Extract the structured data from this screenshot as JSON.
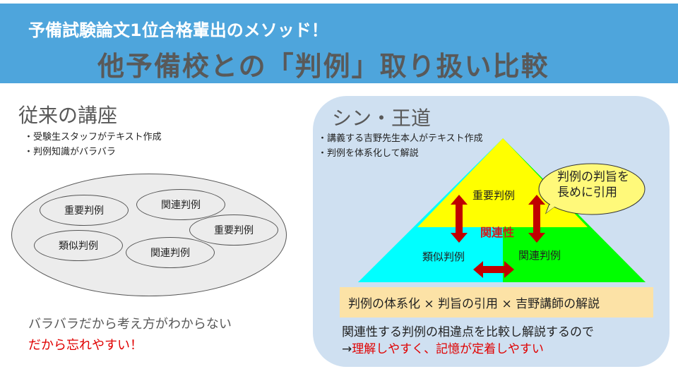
{
  "header": {
    "subtitle": "予備試験論文1位合格輩出のメソッド！",
    "title": "他予備校との「判例」取り扱い比較"
  },
  "left": {
    "title": "従来の講座",
    "bullets": [
      "・受験生スタッフがテキスト作成",
      "・判例知識がバラバラ"
    ],
    "ellipses": [
      "重要判例",
      "関連判例",
      "重要判例",
      "類似判例",
      "関連判例"
    ],
    "footer_line1": "バラバラだから考え方がわからない",
    "footer_line2": "だから忘れやすい！"
  },
  "right": {
    "title": "シン・王道",
    "bullets": [
      "・講義する吉野先生本人がテキスト作成",
      "・判例を体系化して解説"
    ],
    "pyramid": {
      "top_label": "重要判例",
      "left_label": "類似判例",
      "right_label": "関連判例",
      "relation_label": "関連性"
    },
    "bubble_lines": [
      "判例の判旨を",
      "長めに引用"
    ],
    "summary": "判例の体系化 × 判旨の引用 × 吉野講師の解説",
    "footer_line1": "関連性する判例の相違点を比較し解説するので",
    "footer_arrow": "→",
    "footer_line2_red": "理解しやすく、記憶が定着しやすい"
  },
  "colors": {
    "header_bg": "#4ea5dc",
    "panel_bg": "#cfe0f1",
    "pyramid_top": "#ffff00",
    "pyramid_left": "#00ffff",
    "pyramid_right": "#00ff00",
    "arrow": "#c00000",
    "summary_bg": "#fce2a6",
    "accent_red": "#e00000"
  }
}
